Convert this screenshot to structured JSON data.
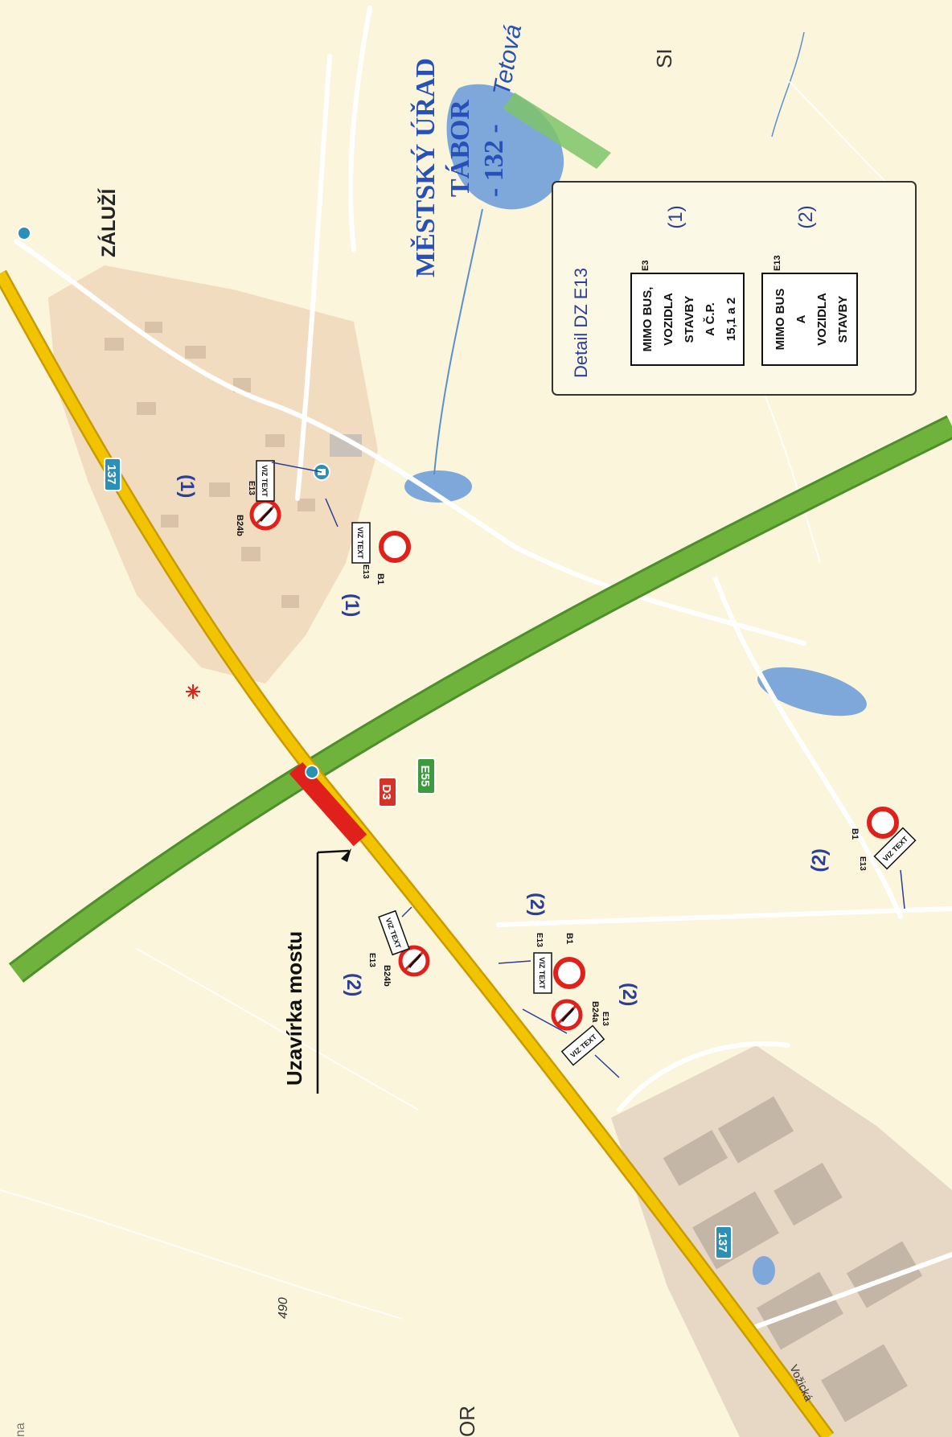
{
  "places": {
    "zaluzi": "ZÁLUŽÍ",
    "tabor_edge": "OR",
    "si_edge": "SI",
    "na_edge": "na",
    "elevation": "490",
    "street": "Vožická"
  },
  "roads": {
    "route_137": "137",
    "motorway_d3": "D3",
    "euro_e55": "E55"
  },
  "closure": {
    "label": "Uzavírka mostu"
  },
  "stamp": {
    "line1": "MĚSTSKÝ ÚŘAD",
    "line2": "TÁBOR",
    "line3": "- 132 -",
    "handwriting": "Tetová"
  },
  "signs": {
    "viz_text": "VIZ TEXT",
    "b1": "B1",
    "b24a": "B24a",
    "b24b": "B24b",
    "e13": "E13",
    "marker1": "(1)",
    "marker2": "(2)"
  },
  "detail": {
    "title": "Detail DZ E13",
    "box1_code": "E3",
    "box1_lines": [
      "MIMO BUS,",
      "VOZIDLA",
      "STAVBY",
      "A Č.P.",
      "15,1 a 2"
    ],
    "box1_marker": "(1)",
    "box2_code": "E13",
    "box2_lines": [
      "MIMO BUS",
      "A",
      "VOZIDLA",
      "STAVBY"
    ],
    "box2_marker": "(2)"
  },
  "colors": {
    "background": "#fbf5dc",
    "village": "#f1dcc0",
    "road_main": "#f2c400",
    "motorway": "#6fb33d",
    "water": "#7ea8d9",
    "closure": "#e0201b",
    "marker": "#2b3f96",
    "stamp": "#2750b8"
  }
}
